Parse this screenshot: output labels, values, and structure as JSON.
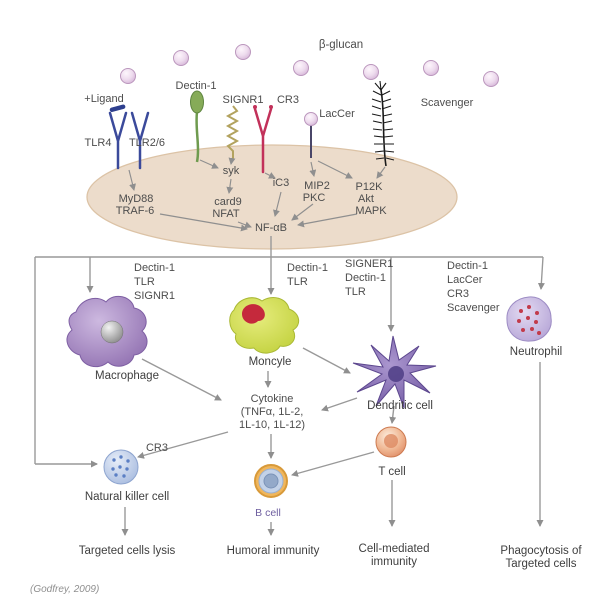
{
  "attribution": "(Godfrey, 2009)",
  "labels": {
    "beta_glucan": "β-glucan",
    "ligand": "+Ligand",
    "tlr4": "TLR4",
    "tlr26": "TLR2/6",
    "dectin1": "Dectin-1",
    "signr1": "SIGNR1",
    "cr3": "CR3",
    "laccer": "LacCer",
    "scavenger": "Scavenger"
  },
  "signaling": {
    "syk": "syk",
    "card9": "card9",
    "nfat": "NFAT",
    "ic3": "iC3",
    "mip2": "MIP2",
    "pkc": "PKC",
    "p12k": "P12K",
    "akt": "Akt",
    "mapk": "MAPK",
    "myd88": "MyD88",
    "traf6": "TRAF-6",
    "nfab": "NF-αB"
  },
  "receptor_lists": {
    "macrophage": [
      "Dectin-1",
      "TLR",
      "SIGNR1"
    ],
    "monocyte": [
      "Dectin-1",
      "TLR"
    ],
    "dendritic": [
      "SIGNER1",
      "Dectin-1",
      "TLR"
    ],
    "neutrophil": [
      "Dectin-1",
      "LacCer",
      "CR3",
      "Scavenger"
    ]
  },
  "cells": {
    "macrophage": "Macrophage",
    "monocyte": "Moncyle",
    "dendritic": "Dendritic cell",
    "neutrophil": "Neutrophil",
    "natural_killer": "Natural killer cell",
    "nk_receptor": "CR3",
    "t_cell": "T cell",
    "b_cell": "B cell"
  },
  "cytokine": {
    "title": "Cytokine",
    "line2": "(TNFα, 1L-2,",
    "line3": "1L-10, 1L-12)"
  },
  "outcomes": {
    "lysis": "Targeted cells lysis",
    "humoral": "Humoral immunity",
    "cell_mediated_line1": "Cell-mediated",
    "cell_mediated_line2": "immunity",
    "phagocytosis_line1": "Phagocytosis of",
    "phagocytosis_line2": "Targeted cells"
  },
  "colors": {
    "membrane_fill": "#ecdccb",
    "arrow": "#8f8f8f",
    "tlr_blue": "#3b4a9b",
    "dectin_green": "#6f9b4f",
    "cr3_red": "#c2315a",
    "scavenger_black": "#1a1a1a",
    "macrophage": "#8d6cae",
    "monocyte": "#bfcf39",
    "dendritic": "#6b529e",
    "neutrophil": "#b2a1d5",
    "nk_cell": "#a5b9de",
    "t_cell": "#dd8660",
    "b_cell_ring": "#e8a84c"
  }
}
